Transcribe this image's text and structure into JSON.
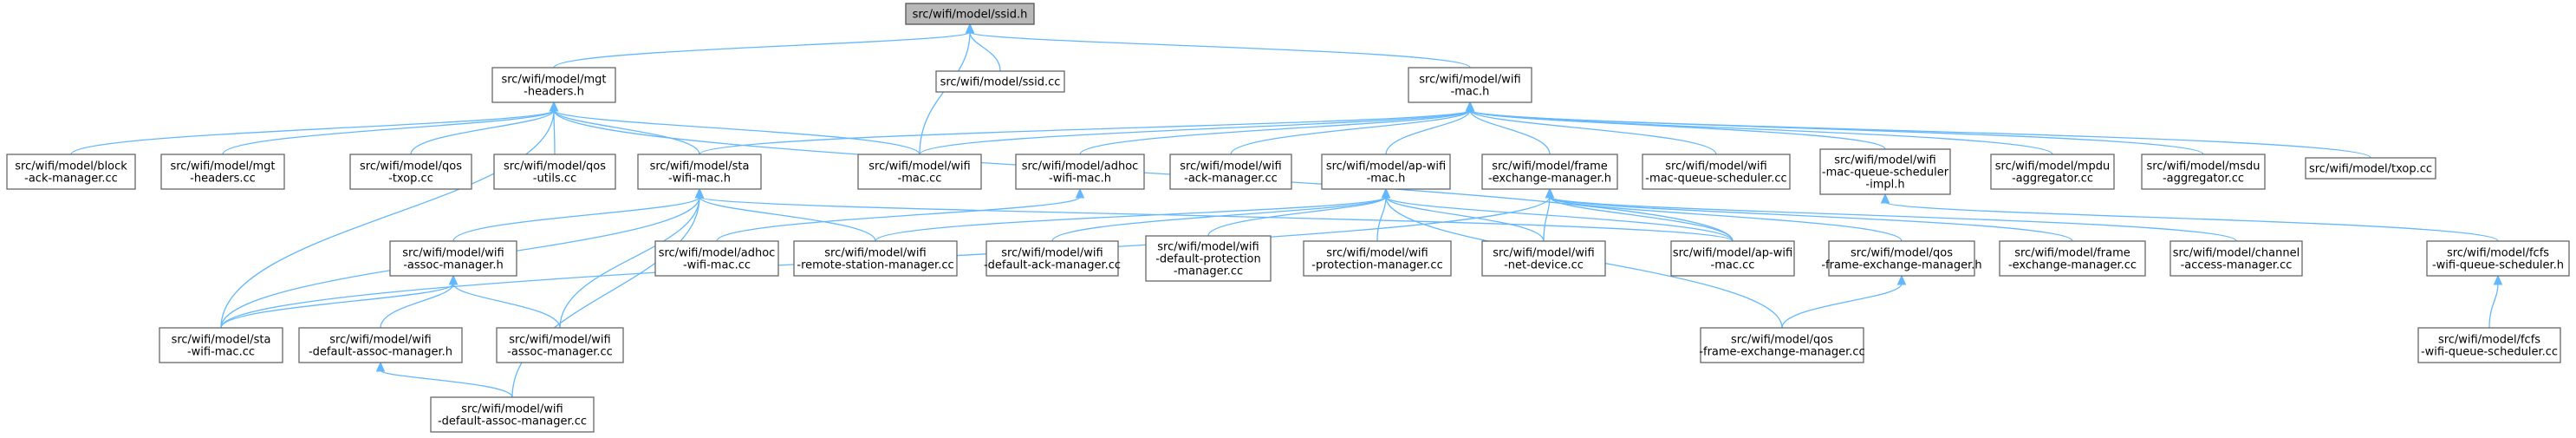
{
  "diagram": {
    "nodes": [
      {
        "id": "ssid_h",
        "lines": [
          "src/wifi/model/ssid.h"
        ],
        "root": true
      },
      {
        "id": "mgt_headers_h",
        "lines": [
          "src/wifi/model/mgt",
          "-headers.h"
        ]
      },
      {
        "id": "ssid_cc",
        "lines": [
          "src/wifi/model/ssid.cc"
        ]
      },
      {
        "id": "wifi_mac_h",
        "lines": [
          "src/wifi/model/wifi",
          "-mac.h"
        ]
      },
      {
        "id": "block_ack_manager_cc",
        "lines": [
          "src/wifi/model/block",
          "-ack-manager.cc"
        ]
      },
      {
        "id": "mgt_headers_cc",
        "lines": [
          "src/wifi/model/mgt",
          "-headers.cc"
        ]
      },
      {
        "id": "qos_txop_cc",
        "lines": [
          "src/wifi/model/qos",
          "-txop.cc"
        ]
      },
      {
        "id": "qos_utils_cc",
        "lines": [
          "src/wifi/model/qos",
          "-utils.cc"
        ]
      },
      {
        "id": "sta_wifi_mac_h",
        "lines": [
          "src/wifi/model/sta",
          "-wifi-mac.h"
        ]
      },
      {
        "id": "wifi_mac_cc",
        "lines": [
          "src/wifi/model/wifi",
          "-mac.cc"
        ]
      },
      {
        "id": "adhoc_wifi_mac_h",
        "lines": [
          "src/wifi/model/adhoc",
          "-wifi-mac.h"
        ]
      },
      {
        "id": "wifi_ack_manager_cc",
        "lines": [
          "src/wifi/model/wifi",
          "-ack-manager.cc"
        ]
      },
      {
        "id": "ap_wifi_mac_h",
        "lines": [
          "src/wifi/model/ap-wifi",
          "-mac.h"
        ]
      },
      {
        "id": "frame_exchange_manager_h",
        "lines": [
          "src/wifi/model/frame",
          "-exchange-manager.h"
        ]
      },
      {
        "id": "wifi_mac_queue_scheduler_cc",
        "lines": [
          "src/wifi/model/wifi",
          "-mac-queue-scheduler.cc"
        ]
      },
      {
        "id": "wifi_mac_queue_scheduler_impl_h",
        "lines": [
          "src/wifi/model/wifi",
          "-mac-queue-scheduler",
          "-impl.h"
        ]
      },
      {
        "id": "mpdu_aggregator_cc",
        "lines": [
          "src/wifi/model/mpdu",
          "-aggregator.cc"
        ]
      },
      {
        "id": "msdu_aggregator_cc",
        "lines": [
          "src/wifi/model/msdu",
          "-aggregator.cc"
        ]
      },
      {
        "id": "txop_cc",
        "lines": [
          "src/wifi/model/txop.cc"
        ]
      },
      {
        "id": "wifi_assoc_manager_h",
        "lines": [
          "src/wifi/model/wifi",
          "-assoc-manager.h"
        ]
      },
      {
        "id": "adhoc_wifi_mac_cc",
        "lines": [
          "src/wifi/model/adhoc",
          "-wifi-mac.cc"
        ]
      },
      {
        "id": "wifi_remote_station_manager_cc",
        "lines": [
          "src/wifi/model/wifi",
          "-remote-station-manager.cc"
        ]
      },
      {
        "id": "wifi_default_ack_manager_cc",
        "lines": [
          "src/wifi/model/wifi",
          "-default-ack-manager.cc"
        ]
      },
      {
        "id": "wifi_default_protection_manager_cc",
        "lines": [
          "src/wifi/model/wifi",
          "-default-protection",
          "-manager.cc"
        ]
      },
      {
        "id": "wifi_protection_manager_cc",
        "lines": [
          "src/wifi/model/wifi",
          "-protection-manager.cc"
        ]
      },
      {
        "id": "wifi_net_device_cc",
        "lines": [
          "src/wifi/model/wifi",
          "-net-device.cc"
        ]
      },
      {
        "id": "ap_wifi_mac_cc",
        "lines": [
          "src/wifi/model/ap-wifi",
          "-mac.cc"
        ]
      },
      {
        "id": "qos_frame_exchange_manager_h",
        "lines": [
          "src/wifi/model/qos",
          "-frame-exchange-manager.h"
        ]
      },
      {
        "id": "frame_exchange_manager_cc",
        "lines": [
          "src/wifi/model/frame",
          "-exchange-manager.cc"
        ]
      },
      {
        "id": "channel_access_manager_cc",
        "lines": [
          "src/wifi/model/channel",
          "-access-manager.cc"
        ]
      },
      {
        "id": "fcfs_wifi_queue_scheduler_h",
        "lines": [
          "src/wifi/model/fcfs",
          "-wifi-queue-scheduler.h"
        ]
      },
      {
        "id": "sta_wifi_mac_cc",
        "lines": [
          "src/wifi/model/sta",
          "-wifi-mac.cc"
        ]
      },
      {
        "id": "wifi_default_assoc_manager_h",
        "lines": [
          "src/wifi/model/wifi",
          "-default-assoc-manager.h"
        ]
      },
      {
        "id": "wifi_assoc_manager_cc",
        "lines": [
          "src/wifi/model/wifi",
          "-assoc-manager.cc"
        ]
      },
      {
        "id": "qos_frame_exchange_manager_cc",
        "lines": [
          "src/wifi/model/qos",
          "-frame-exchange-manager.cc"
        ]
      },
      {
        "id": "fcfs_wifi_queue_scheduler_cc",
        "lines": [
          "src/wifi/model/fcfs",
          "-wifi-queue-scheduler.cc"
        ]
      },
      {
        "id": "wifi_default_assoc_manager_cc",
        "lines": [
          "src/wifi/model/wifi",
          "-default-assoc-manager.cc"
        ]
      }
    ],
    "edges": [
      [
        "ssid_h",
        "mgt_headers_h"
      ],
      [
        "ssid_h",
        "ssid_cc"
      ],
      [
        "ssid_h",
        "wifi_mac_h"
      ],
      [
        "ssid_h",
        "wifi_mac_cc"
      ],
      [
        "mgt_headers_h",
        "block_ack_manager_cc"
      ],
      [
        "mgt_headers_h",
        "mgt_headers_cc"
      ],
      [
        "mgt_headers_h",
        "qos_txop_cc"
      ],
      [
        "mgt_headers_h",
        "qos_utils_cc"
      ],
      [
        "mgt_headers_h",
        "sta_wifi_mac_h"
      ],
      [
        "mgt_headers_h",
        "wifi_mac_cc"
      ],
      [
        "mgt_headers_h",
        "sta_wifi_mac_cc"
      ],
      [
        "mgt_headers_h",
        "ap_wifi_mac_cc"
      ],
      [
        "wifi_mac_h",
        "sta_wifi_mac_h"
      ],
      [
        "wifi_mac_h",
        "wifi_mac_cc"
      ],
      [
        "wifi_mac_h",
        "adhoc_wifi_mac_h"
      ],
      [
        "wifi_mac_h",
        "wifi_ack_manager_cc"
      ],
      [
        "wifi_mac_h",
        "ap_wifi_mac_h"
      ],
      [
        "wifi_mac_h",
        "frame_exchange_manager_h"
      ],
      [
        "wifi_mac_h",
        "wifi_mac_queue_scheduler_cc"
      ],
      [
        "wifi_mac_h",
        "wifi_mac_queue_scheduler_impl_h"
      ],
      [
        "wifi_mac_h",
        "mpdu_aggregator_cc"
      ],
      [
        "wifi_mac_h",
        "msdu_aggregator_cc"
      ],
      [
        "wifi_mac_h",
        "txop_cc"
      ],
      [
        "sta_wifi_mac_h",
        "wifi_assoc_manager_h"
      ],
      [
        "sta_wifi_mac_h",
        "wifi_remote_station_manager_cc"
      ],
      [
        "sta_wifi_mac_h",
        "sta_wifi_mac_cc"
      ],
      [
        "sta_wifi_mac_h",
        "wifi_assoc_manager_cc"
      ],
      [
        "sta_wifi_mac_h",
        "wifi_default_assoc_manager_cc"
      ],
      [
        "sta_wifi_mac_h",
        "ap_wifi_mac_cc"
      ],
      [
        "adhoc_wifi_mac_h",
        "adhoc_wifi_mac_cc"
      ],
      [
        "ap_wifi_mac_h",
        "wifi_remote_station_manager_cc"
      ],
      [
        "ap_wifi_mac_h",
        "wifi_default_ack_manager_cc"
      ],
      [
        "ap_wifi_mac_h",
        "wifi_default_protection_manager_cc"
      ],
      [
        "ap_wifi_mac_h",
        "wifi_protection_manager_cc"
      ],
      [
        "ap_wifi_mac_h",
        "wifi_net_device_cc"
      ],
      [
        "ap_wifi_mac_h",
        "ap_wifi_mac_cc"
      ],
      [
        "ap_wifi_mac_h",
        "qos_frame_exchange_manager_cc"
      ],
      [
        "frame_exchange_manager_h",
        "wifi_net_device_cc"
      ],
      [
        "frame_exchange_manager_h",
        "ap_wifi_mac_cc"
      ],
      [
        "frame_exchange_manager_h",
        "qos_frame_exchange_manager_h"
      ],
      [
        "frame_exchange_manager_h",
        "frame_exchange_manager_cc"
      ],
      [
        "frame_exchange_manager_h",
        "channel_access_manager_cc"
      ],
      [
        "frame_exchange_manager_h",
        "sta_wifi_mac_cc"
      ],
      [
        "wifi_mac_queue_scheduler_impl_h",
        "fcfs_wifi_queue_scheduler_h"
      ],
      [
        "wifi_assoc_manager_h",
        "sta_wifi_mac_cc"
      ],
      [
        "wifi_assoc_manager_h",
        "wifi_default_assoc_manager_h"
      ],
      [
        "wifi_assoc_manager_h",
        "wifi_assoc_manager_cc"
      ],
      [
        "qos_frame_exchange_manager_h",
        "qos_frame_exchange_manager_cc"
      ],
      [
        "fcfs_wifi_queue_scheduler_h",
        "fcfs_wifi_queue_scheduler_cc"
      ],
      [
        "wifi_default_assoc_manager_h",
        "wifi_default_assoc_manager_cc"
      ]
    ]
  }
}
